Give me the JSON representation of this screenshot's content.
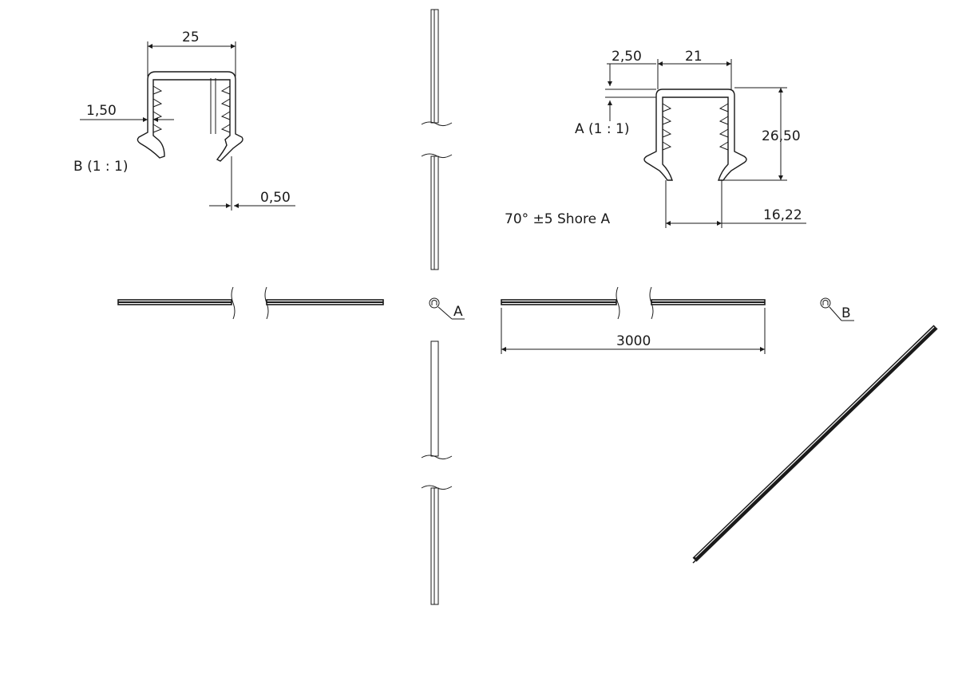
{
  "drawing": {
    "detail_b": {
      "label": "B (1 : 1)",
      "dim_width": "25",
      "dim_wall": "1,50",
      "dim_tip": "0,50"
    },
    "detail_a": {
      "label": "A (1 : 1)",
      "dim_offset": "2,50",
      "dim_inner": "21",
      "dim_height": "26,50",
      "dim_opening": "16,22"
    },
    "material_note": "70° ±5 Shore A",
    "length_dim": "3000",
    "callout_a": "A",
    "callout_b": "B"
  }
}
